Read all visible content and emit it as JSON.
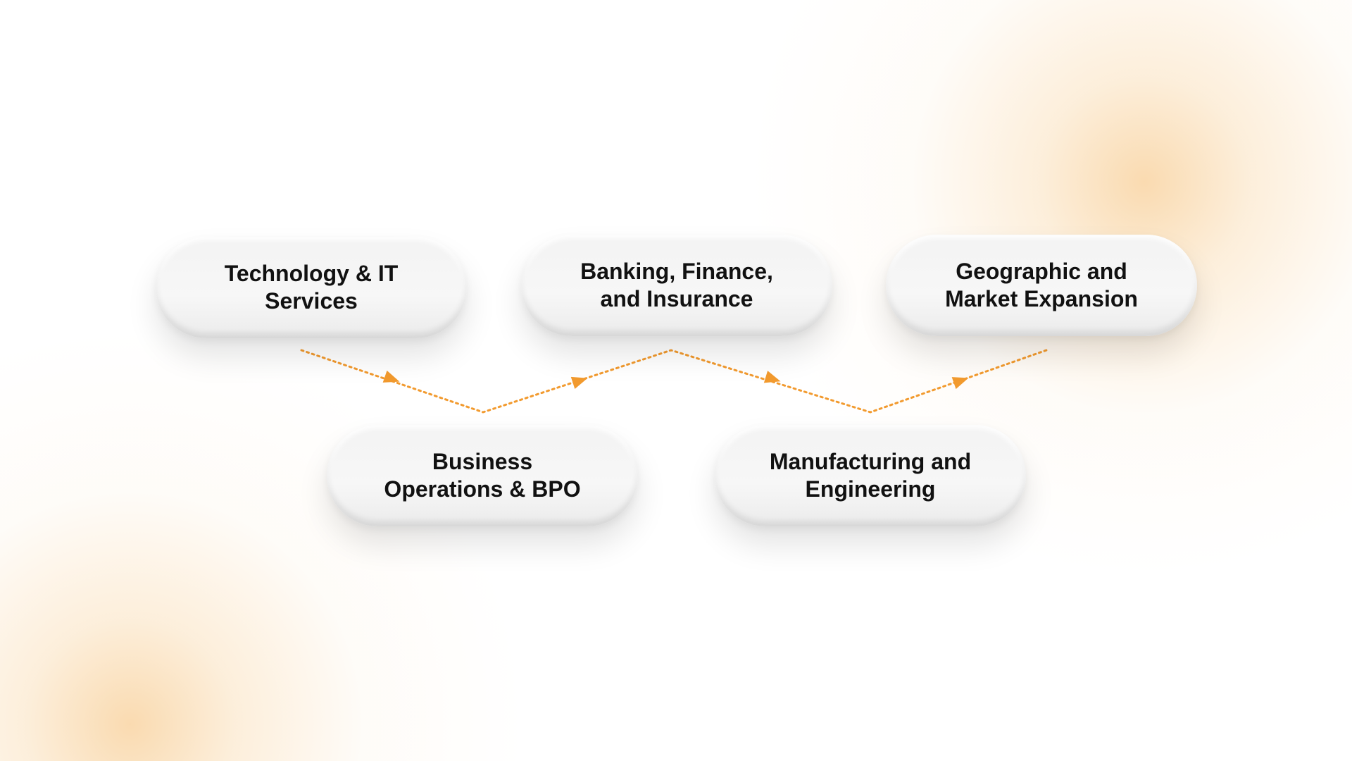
{
  "diagram": {
    "nodes": [
      {
        "id": "tech",
        "label": "Technology & IT\nServices"
      },
      {
        "id": "banking",
        "label": "Banking, Finance,\nand Insurance"
      },
      {
        "id": "geo",
        "label": "Geographic and\nMarket Expansion"
      },
      {
        "id": "bpo",
        "label": "Business\nOperations & BPO"
      },
      {
        "id": "mfg",
        "label": "Manufacturing and\nEngineering"
      }
    ],
    "flow_order": [
      "tech",
      "bpo",
      "banking",
      "mfg",
      "geo"
    ],
    "colors": {
      "connector": "#f29a2e",
      "text": "#111111",
      "glow": "#f6c480",
      "background": "#ffffff"
    }
  }
}
